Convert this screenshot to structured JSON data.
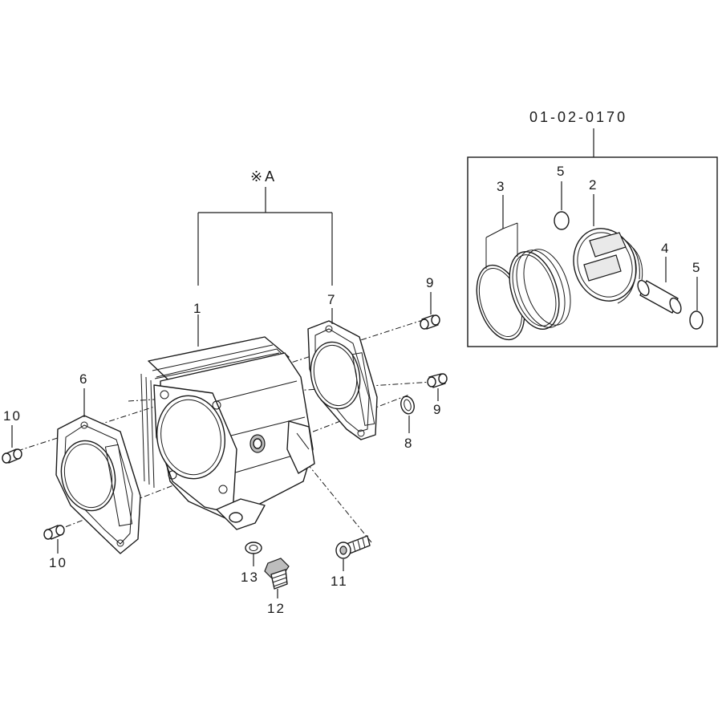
{
  "labels": {
    "assembly_code": "01-02-0170",
    "group_mark": "※A",
    "cylinder": "1",
    "piston": "2",
    "piston_rings": "3",
    "piston_pin": "4",
    "clip_top": "5",
    "clip_right": "5",
    "gasket_base": "6",
    "gasket_head": "7",
    "o_ring": "8",
    "dowel_top": "9",
    "dowel_mid": "9",
    "dowel_left_top": "10",
    "dowel_left_bottom": "10",
    "bolt": "11",
    "plug": "12",
    "washer": "13"
  }
}
